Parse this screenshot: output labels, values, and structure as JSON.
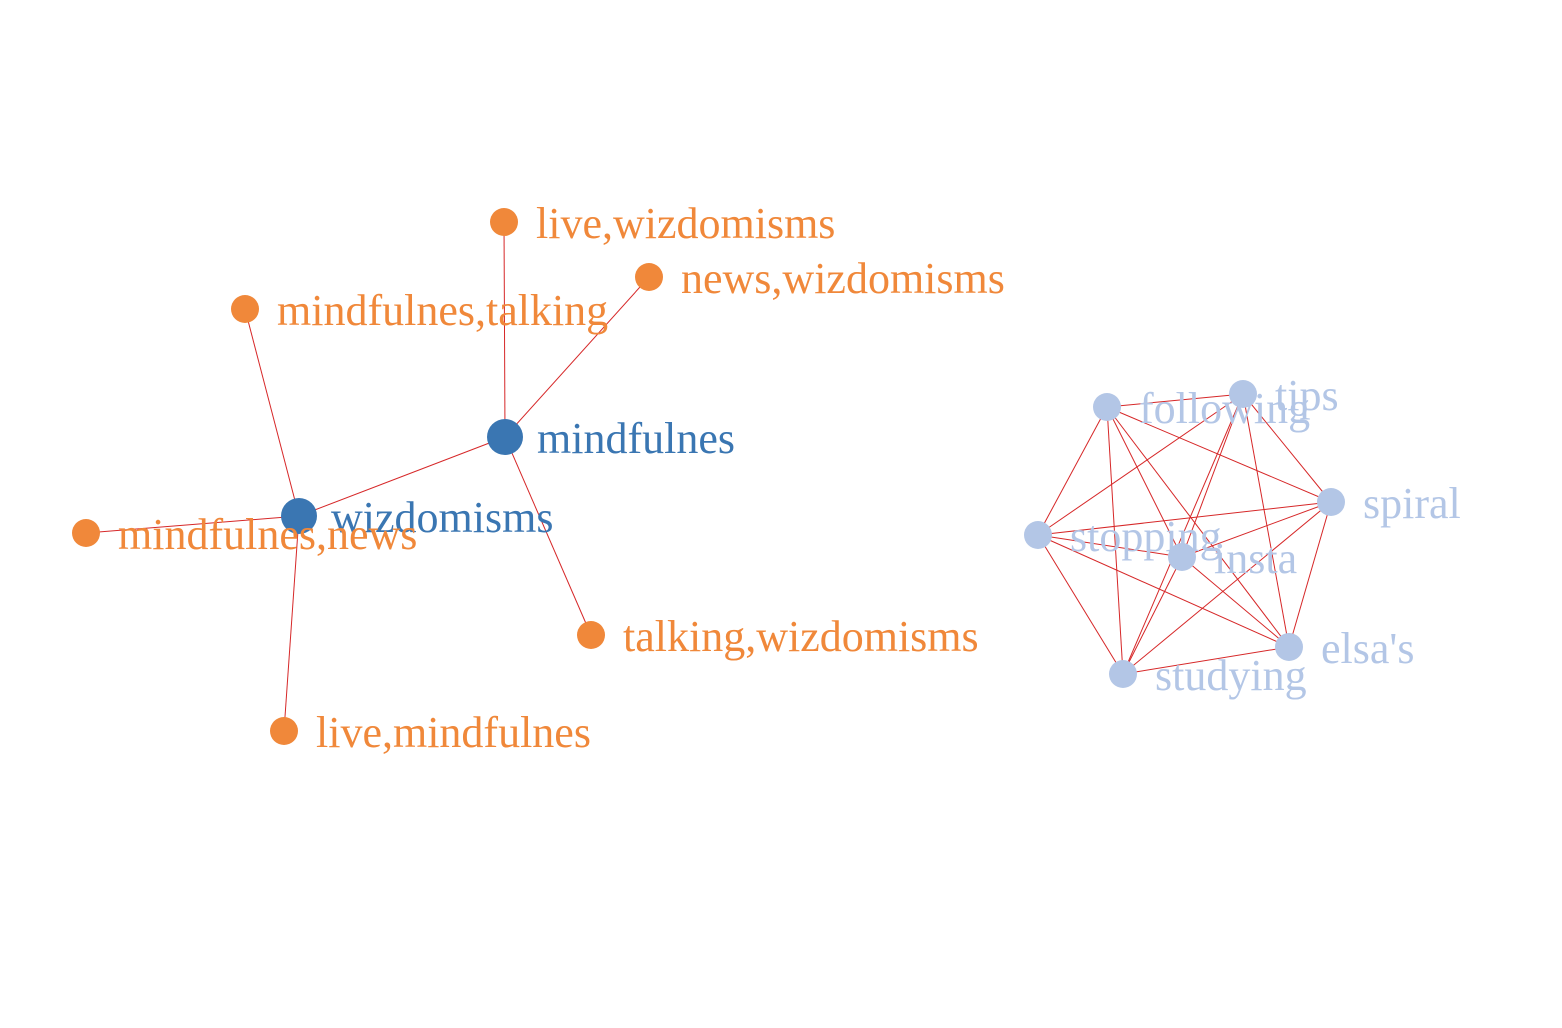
{
  "colors": {
    "edge": "#d62728",
    "group_core": "#3a76b2",
    "group_pair": "#f0883a",
    "group_cluster": "#b3c6e6"
  },
  "graph": {
    "nodes": [
      {
        "id": "mindfulnes",
        "label": "mindfulnes",
        "group": "group_core",
        "size": "large"
      },
      {
        "id": "wizdomisms",
        "label": "wizdomisms",
        "group": "group_core",
        "size": "large"
      },
      {
        "id": "live_wizdomisms",
        "label": "live,wizdomisms",
        "group": "group_pair",
        "size": "small"
      },
      {
        "id": "news_wizdomisms",
        "label": "news,wizdomisms",
        "group": "group_pair",
        "size": "small"
      },
      {
        "id": "mindfulnes_talking",
        "label": "mindfulnes,talking",
        "group": "group_pair",
        "size": "small"
      },
      {
        "id": "mindfulnes_news",
        "label": "mindfulnes,news",
        "group": "group_pair",
        "size": "small"
      },
      {
        "id": "talking_wizdomisms",
        "label": "talking,wizdomisms",
        "group": "group_pair",
        "size": "small"
      },
      {
        "id": "live_mindfulnes",
        "label": "live,mindfulnes",
        "group": "group_pair",
        "size": "small"
      },
      {
        "id": "following",
        "label": "following",
        "group": "group_cluster",
        "size": "small"
      },
      {
        "id": "tips",
        "label": "tips",
        "group": "group_cluster",
        "size": "small"
      },
      {
        "id": "spiral",
        "label": "spiral",
        "group": "group_cluster",
        "size": "small"
      },
      {
        "id": "stopping",
        "label": "stopping",
        "group": "group_cluster",
        "size": "small"
      },
      {
        "id": "insta",
        "label": "insta",
        "group": "group_cluster",
        "size": "small"
      },
      {
        "id": "elsas",
        "label": "elsa's",
        "group": "group_cluster",
        "size": "small"
      },
      {
        "id": "studying",
        "label": "studying",
        "group": "group_cluster",
        "size": "small"
      }
    ],
    "edges": [
      [
        "mindfulnes",
        "wizdomisms"
      ],
      [
        "mindfulnes",
        "live_wizdomisms"
      ],
      [
        "mindfulnes",
        "news_wizdomisms"
      ],
      [
        "mindfulnes",
        "talking_wizdomisms"
      ],
      [
        "wizdomisms",
        "mindfulnes_talking"
      ],
      [
        "wizdomisms",
        "mindfulnes_news"
      ],
      [
        "wizdomisms",
        "live_mindfulnes"
      ],
      [
        "following",
        "tips"
      ],
      [
        "following",
        "spiral"
      ],
      [
        "following",
        "stopping"
      ],
      [
        "following",
        "insta"
      ],
      [
        "following",
        "elsas"
      ],
      [
        "following",
        "studying"
      ],
      [
        "tips",
        "spiral"
      ],
      [
        "tips",
        "stopping"
      ],
      [
        "tips",
        "insta"
      ],
      [
        "tips",
        "elsas"
      ],
      [
        "tips",
        "studying"
      ],
      [
        "spiral",
        "stopping"
      ],
      [
        "spiral",
        "insta"
      ],
      [
        "spiral",
        "elsas"
      ],
      [
        "spiral",
        "studying"
      ],
      [
        "stopping",
        "insta"
      ],
      [
        "stopping",
        "elsas"
      ],
      [
        "stopping",
        "studying"
      ],
      [
        "insta",
        "elsas"
      ],
      [
        "insta",
        "studying"
      ],
      [
        "elsas",
        "studying"
      ]
    ]
  }
}
